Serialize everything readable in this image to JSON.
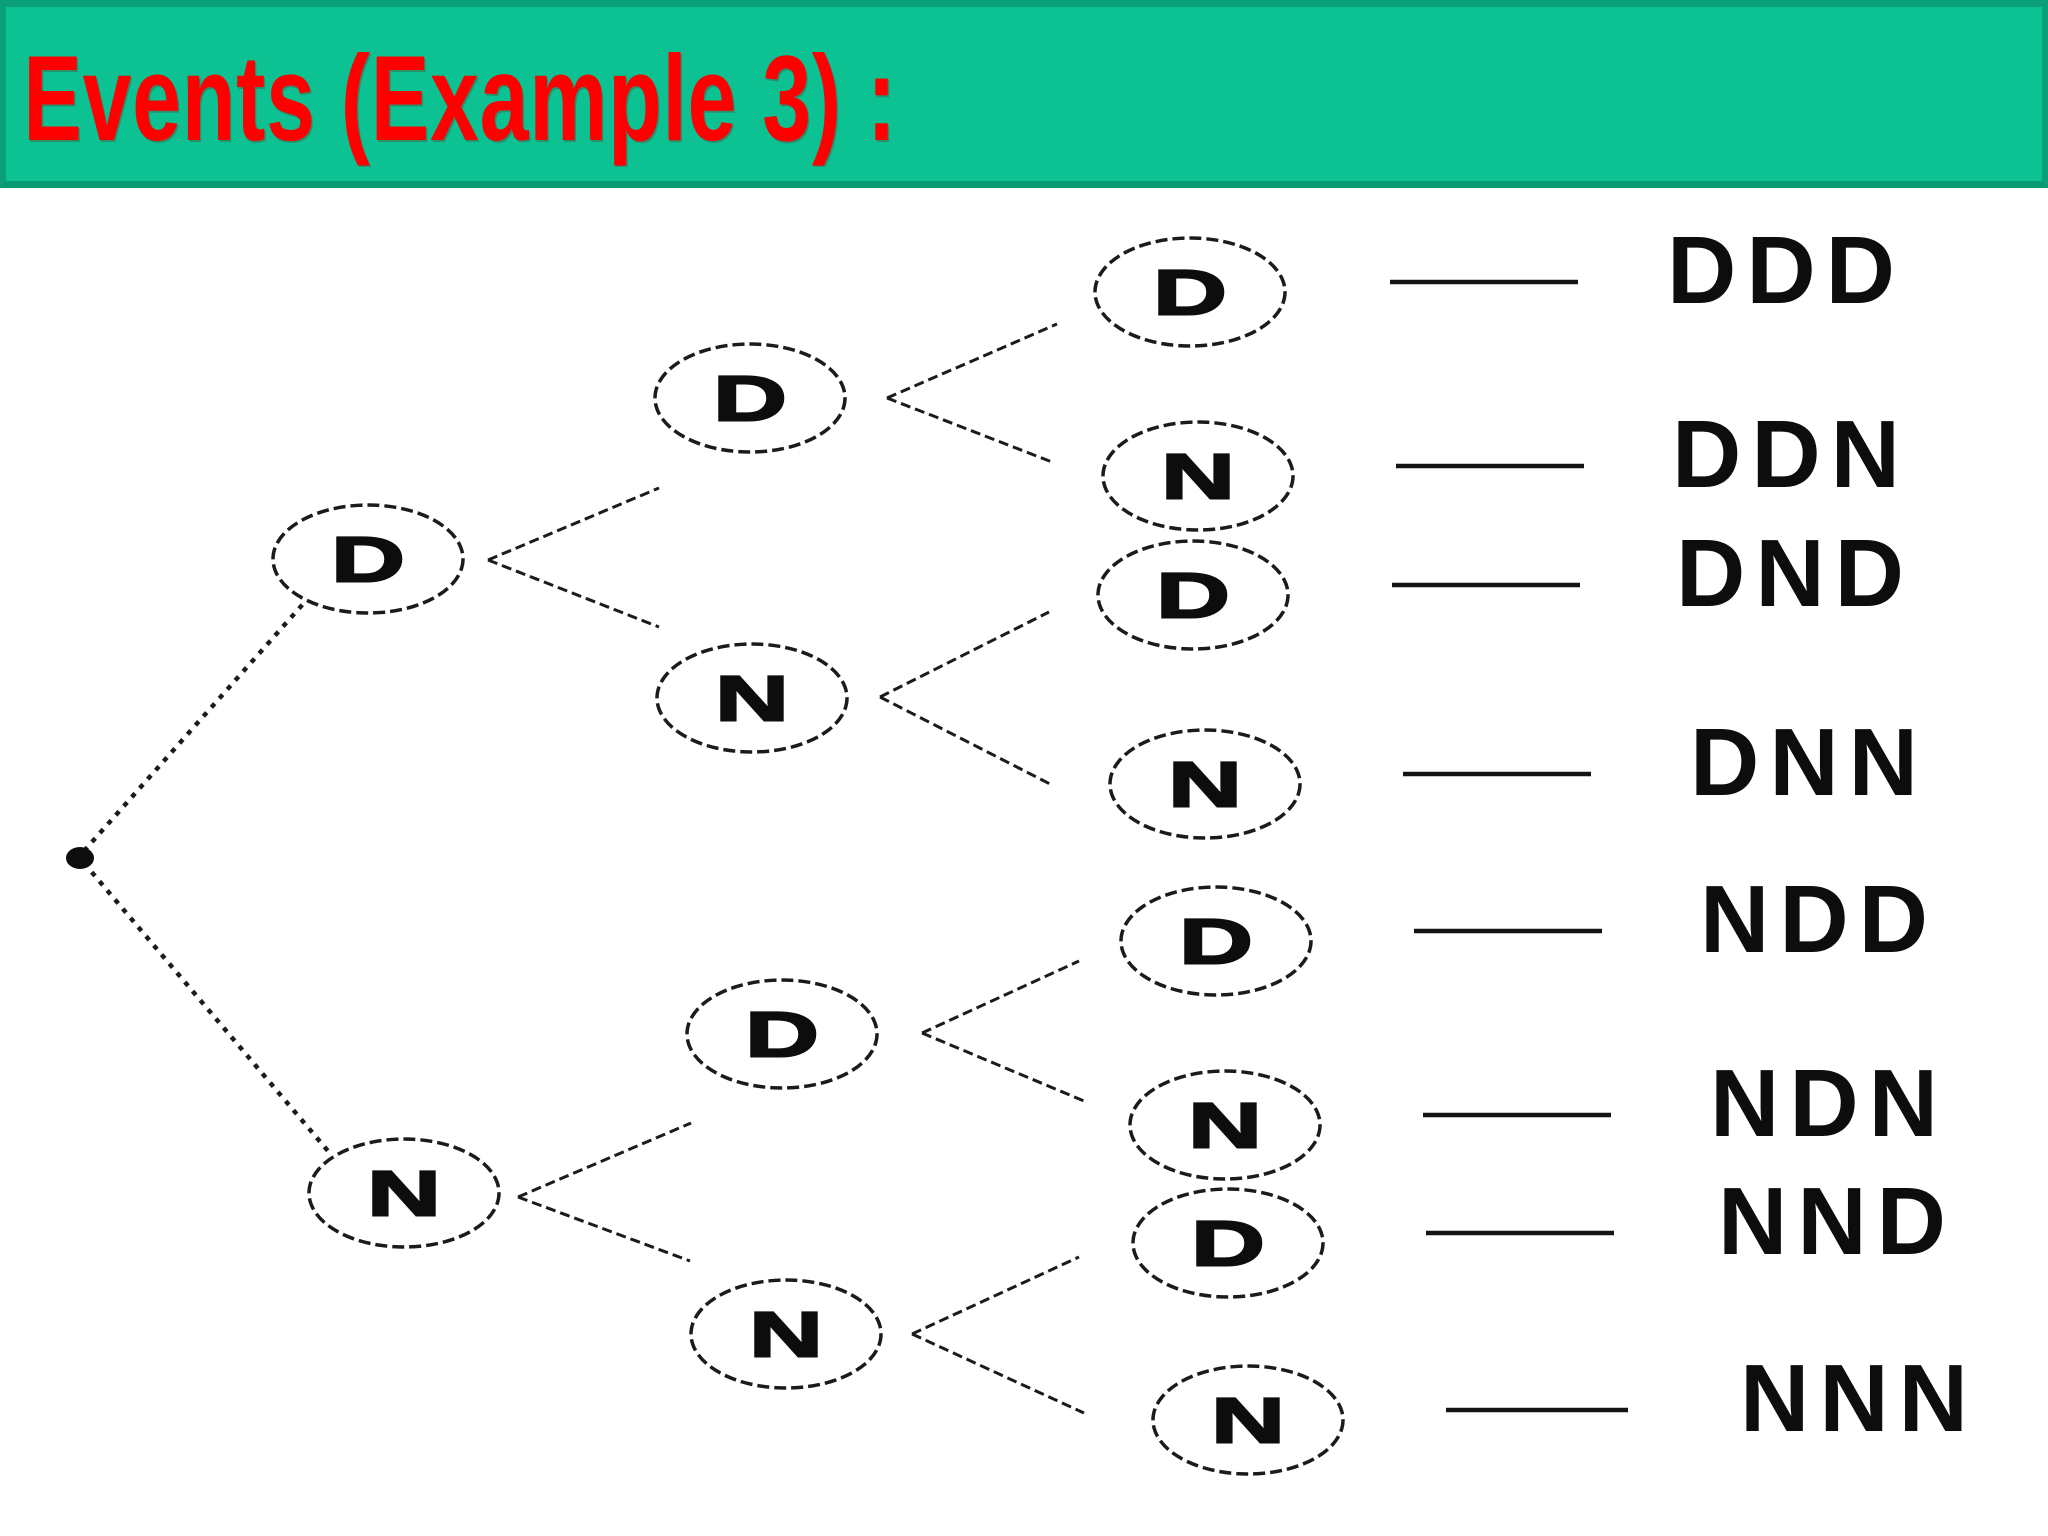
{
  "header": {
    "title": "Events (Example 3) :",
    "background_color": "#0cc292",
    "border_color": "#0b9f7a",
    "title_color": "#ff0000"
  },
  "diagram": {
    "line_color": "#1b1b1b",
    "node_fill": "#ffffff",
    "level1": [
      {
        "label": "D"
      },
      {
        "label": "N"
      }
    ],
    "level2": [
      {
        "label": "D"
      },
      {
        "label": "N"
      },
      {
        "label": "D"
      },
      {
        "label": "N"
      }
    ],
    "level3": [
      {
        "label": "D"
      },
      {
        "label": "N"
      },
      {
        "label": "D"
      },
      {
        "label": "N"
      },
      {
        "label": "D"
      },
      {
        "label": "N"
      },
      {
        "label": "D"
      },
      {
        "label": "N"
      }
    ],
    "outcomes": [
      {
        "label": "DDD"
      },
      {
        "label": "DDN"
      },
      {
        "label": "DND"
      },
      {
        "label": "DNN"
      },
      {
        "label": "NDD"
      },
      {
        "label": "NDN"
      },
      {
        "label": "NND"
      },
      {
        "label": "NNN"
      }
    ]
  }
}
